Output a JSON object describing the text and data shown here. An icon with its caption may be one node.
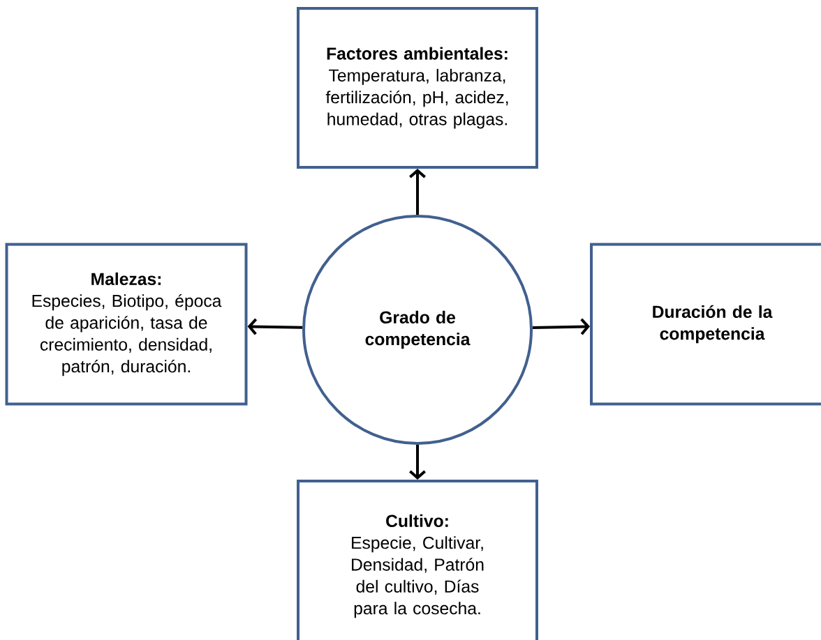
{
  "diagram": {
    "nodes": [
      {
        "text": [
          "Factores ambientales:",
          "Temperatura, labranza, fertilización, pH, acidez, humedad, otras plagas."
        ]
      },
      {
        "text": [
          "Malezas:",
          "Especies, Biotipo, época de aparición, tasa de crecimiento, densidad, patrón, duración."
        ]
      },
      {
        "text": [
          "Grado de competencia"
        ]
      },
      {
        "text": [
          "Duración de la competencia"
        ]
      },
      {
        "text": [
          "Cultivo:",
          "Especie, Cultivar, Densidad, Patrón del cultivo, Días para la cosecha."
        ]
      }
    ],
    "edges": [
      {
        "from": 2,
        "to": 0,
        "arrow": "to"
      },
      {
        "from": 2,
        "to": 1,
        "arrow": "to"
      },
      {
        "from": 2,
        "to": 3,
        "arrow": "to"
      },
      {
        "from": 2,
        "to": 4,
        "arrow": "to"
      }
    ]
  }
}
